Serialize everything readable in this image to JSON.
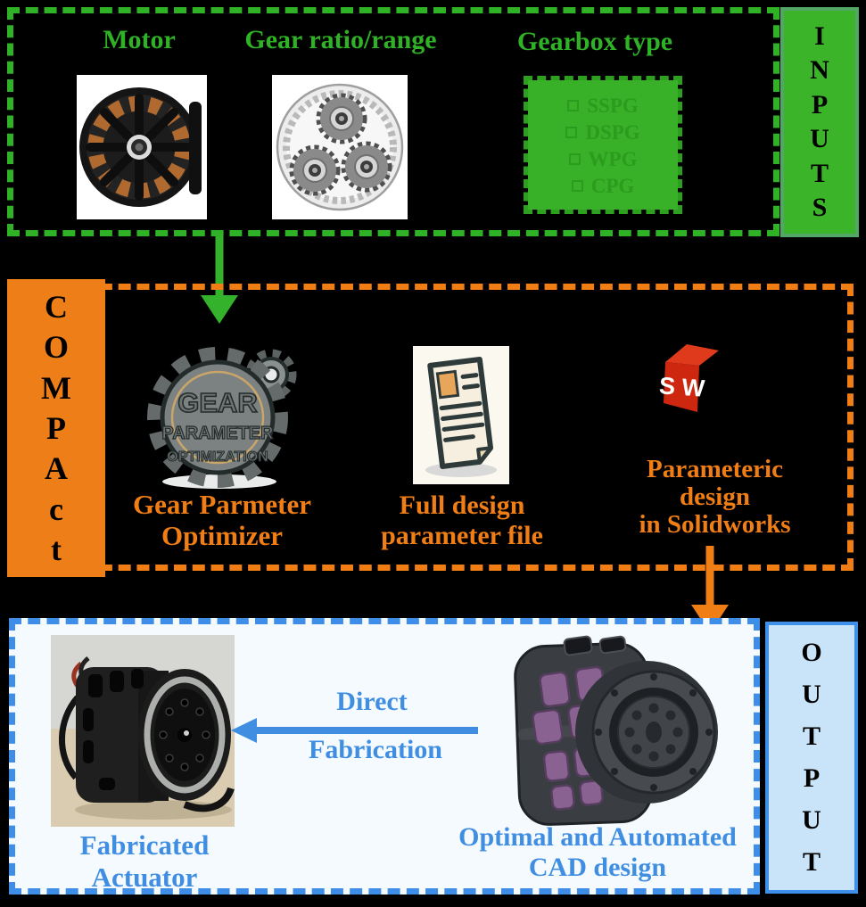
{
  "colors": {
    "background": "#000000",
    "inputs_green": "#2FB226",
    "inputs_box_fill": "#3CB42A",
    "inputs_box_border": "#53A766",
    "gearbox_panel_fill": "#38B028",
    "compact_orange": "#F07E14",
    "compact_box_fill": "#EE7E17",
    "output_blue": "#3F8EE2",
    "output_section_fill": "#F5FAFE",
    "output_box_fill": "#C9E3F8",
    "solidworks_red": "#CE2710"
  },
  "inputs": {
    "side_label": "INPUTS",
    "letters": [
      "I",
      "N",
      "P",
      "U",
      "T",
      "S"
    ],
    "items": [
      {
        "label": "Motor"
      },
      {
        "label": "Gear ratio/range"
      },
      {
        "label": "Gearbox type"
      }
    ],
    "gearbox_options": [
      "SSPG",
      "DSPG",
      "WPG",
      "CPG"
    ]
  },
  "compact": {
    "side_label": "COMPAct",
    "letters": [
      "C",
      "O",
      "M",
      "P",
      "A",
      "c",
      "t"
    ],
    "logo": {
      "line1": "GEAR",
      "line2": "PARAMETER",
      "line3": "OPTIMIZATION"
    },
    "optimizer_label": [
      "Gear Parmeter",
      "Optimizer"
    ],
    "file_label": [
      "Full design",
      "parameter file"
    ],
    "solidworks_label": [
      "Parameteric",
      "design",
      "in Solidworks"
    ],
    "solidworks_icon_text": "S W"
  },
  "output": {
    "side_label": "OUTPUT",
    "letters": [
      "O",
      "U",
      "T",
      "P",
      "U",
      "T"
    ],
    "fabricated_label": [
      "Fabricated",
      "Actuator"
    ],
    "arrow_label": [
      "Direct",
      "Fabrication"
    ],
    "cad_label": [
      "Optimal and Automated",
      "CAD design"
    ]
  }
}
